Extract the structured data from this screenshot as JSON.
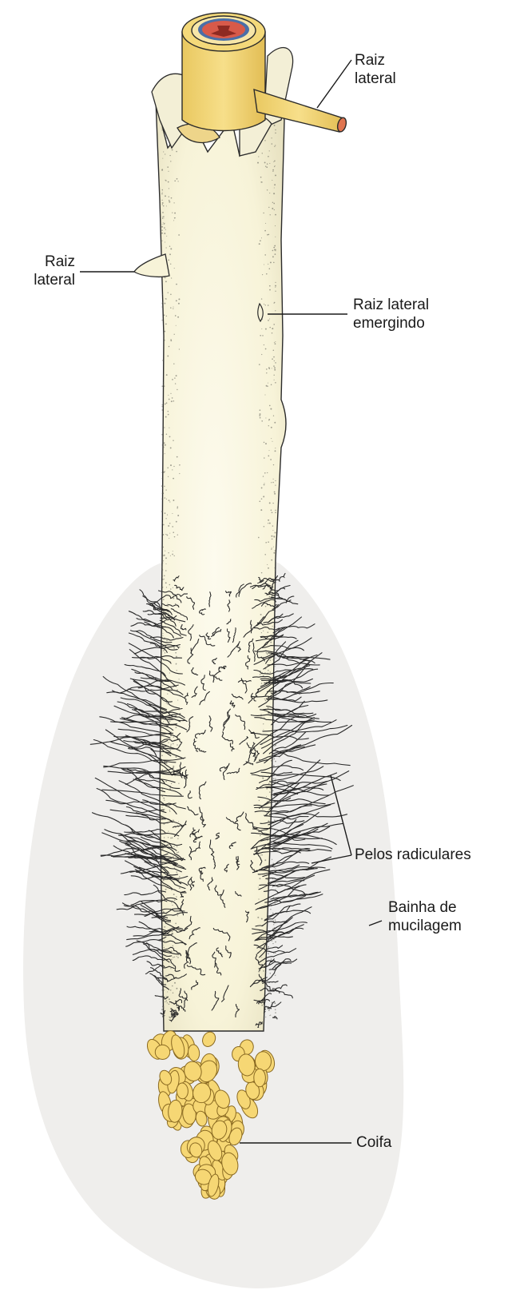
{
  "labels": {
    "raiz_lateral_top": [
      "Raiz",
      "lateral"
    ],
    "raiz_lateral_left": [
      "Raiz",
      "lateral"
    ],
    "raiz_lateral_emergindo": [
      "Raiz lateral",
      "emergindo"
    ],
    "pelos_radiculares": "Pelos radiculares",
    "bainha_de_mucilagem": [
      "Bainha de",
      "mucilagem"
    ],
    "coifa": "Coifa"
  },
  "colors": {
    "root_body": "#fbf8e4",
    "root_stipple": "#5a5a52",
    "stele_yellow": "#f4d97a",
    "cap_yellow": "#f6d774",
    "mucilage": "#efeeec",
    "vascular_red": "#d85a4a",
    "vascular_blue": "#4a6fa8",
    "outline": "#2b2b2b"
  }
}
